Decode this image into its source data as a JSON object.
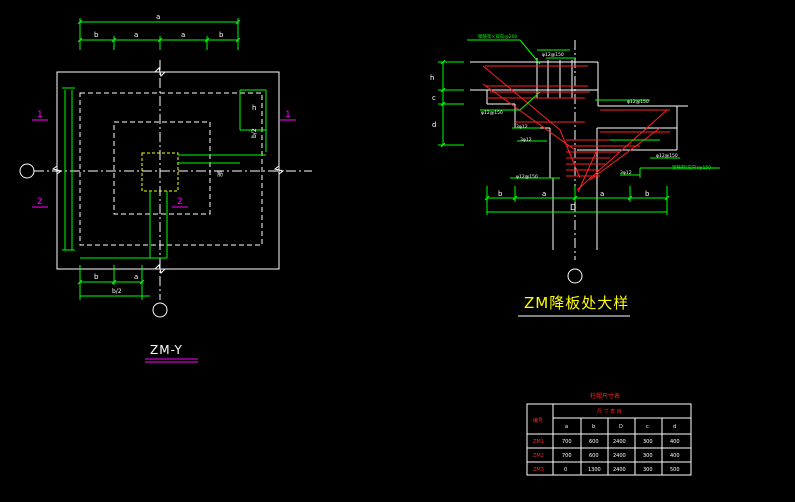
{
  "left_plan": {
    "title": "ZM-Y",
    "top_dim_overall": "a",
    "top_dims": [
      "b",
      "a",
      "a",
      "b"
    ],
    "bottom_dims": [
      "b",
      "a"
    ],
    "bottom_dim2": "b/2",
    "right_dim_h": "h",
    "right_dim_half": "b/2",
    "section_marks": [
      "1",
      "1",
      "2",
      "2"
    ],
    "note": "筋"
  },
  "detail": {
    "title": "ZM降板处大样",
    "bottom_dims": [
      "b",
      "a",
      "a",
      "b"
    ],
    "bottom_dim_total": "D",
    "left_dims": [
      "h",
      "c",
      "d"
    ],
    "rebar_labels": [
      "钢筋架×双向@200",
      "φ12@150",
      "φ12@150",
      "φ12@150",
      "φ12@150",
      "φ12@150",
      "3φ12",
      "3φ12",
      "3φ12",
      "钢筋网(双向)@150"
    ]
  },
  "table": {
    "title": "柱帽尺寸表",
    "col_header": "尺 寸 表 目",
    "row_header": "编号",
    "columns": [
      "a",
      "b",
      "D",
      "c",
      "d"
    ],
    "rows": [
      {
        "name": "ZM1",
        "values": [
          "700",
          "600",
          "2400",
          "300",
          "400"
        ]
      },
      {
        "name": "ZM2",
        "values": [
          "700",
          "600",
          "2400",
          "300",
          "400"
        ]
      },
      {
        "name": "ZM3",
        "values": [
          "0",
          "1300",
          "2400",
          "300",
          "500"
        ]
      }
    ]
  },
  "colors": {
    "background": "#000000",
    "line": "#ffffff",
    "dimension": "#00ff00",
    "section": "#ff00ff",
    "rebar": "#ff2020",
    "column": "#ffff00",
    "table_header": "#ff2020"
  }
}
